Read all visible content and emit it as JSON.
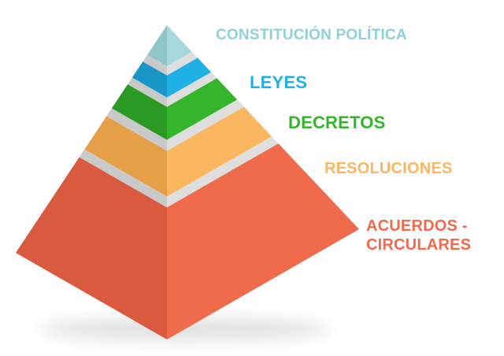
{
  "pyramid": {
    "levels": [
      {
        "label": "CONSTITUCIÓN POLÍTICA",
        "color": "#a6d9dc",
        "shade": "#8ec5c9"
      },
      {
        "label": "LEYES",
        "color": "#1fb0e6",
        "shade": "#1896c6"
      },
      {
        "label": "DECRETOS",
        "color": "#35b52c",
        "shade": "#2b9a24"
      },
      {
        "label": "RESOLUCIONES",
        "color": "#fbb760",
        "shade": "#e49f47"
      },
      {
        "label_line1": "ACUERDOS -",
        "label_line2": "CIRCULARES",
        "color": "#f06a4c",
        "shade": "#d95a3e"
      }
    ],
    "separator_color": "#dedede"
  }
}
